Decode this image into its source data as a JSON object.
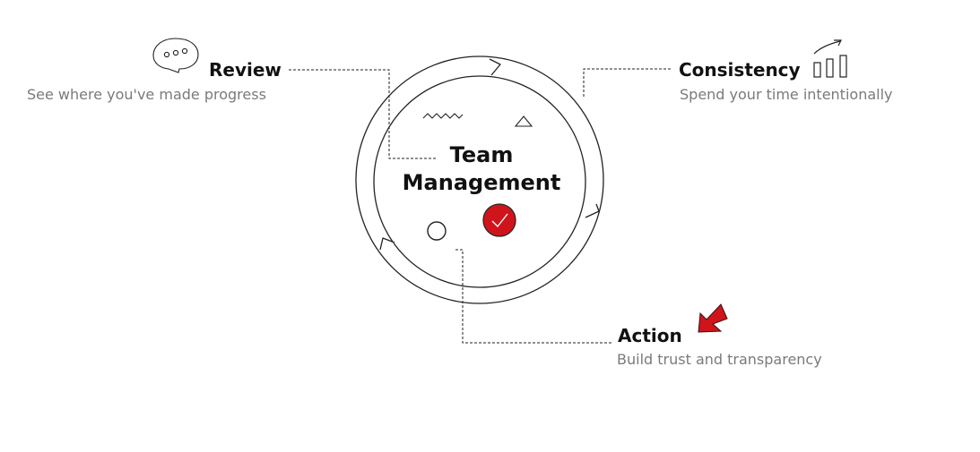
{
  "center": {
    "line1": "Team",
    "line2": "Management"
  },
  "review": {
    "title": "Review",
    "subtitle": "See where you've made progress",
    "icon": "speech-bubble-icon"
  },
  "consistency": {
    "title": "Consistency",
    "subtitle": "Spend your time intentionally",
    "icon": "growth-bars-icon"
  },
  "action": {
    "title": "Action",
    "subtitle": "Build trust and transparency",
    "icon": "arrow-pointer-icon"
  },
  "colors": {
    "accent": "#d0141c",
    "text": "#111111",
    "muted": "#7a7a7a",
    "line": "#222222"
  }
}
